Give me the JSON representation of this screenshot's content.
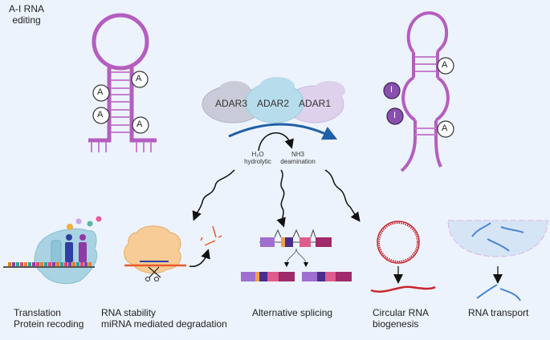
{
  "title": {
    "line1": "A-I RNA",
    "line2": "editing"
  },
  "enzymes": [
    {
      "label": "ADAR3",
      "color": "#c9cbd8"
    },
    {
      "label": "ADAR2",
      "color": "#b7dceb"
    },
    {
      "label": "ADAR1",
      "color": "#ddd1ec"
    }
  ],
  "reaction": {
    "left_line1": "H₂O",
    "left_line2": "hydrolytic",
    "right_line1": "NH3",
    "right_line2": "deamination"
  },
  "hairpin_left": {
    "bases": [
      "A",
      "A",
      "A",
      "A"
    ]
  },
  "hairpin_right": {
    "bases": [
      "A",
      "A"
    ],
    "edited": [
      "I",
      "I"
    ]
  },
  "outcomes": [
    {
      "line1": "Translation",
      "line2": "Protein recoding"
    },
    {
      "line1": "RNA stability",
      "line2": "miRNA mediated degradation"
    },
    {
      "line1": "Alternative splicing",
      "line2": ""
    },
    {
      "line1": "Circular RNA",
      "line2": "biogenesis"
    },
    {
      "line1": "RNA transport",
      "line2": ""
    }
  ],
  "colors": {
    "rna": "#b45ec0",
    "inosine": "#8b4fb0",
    "arrow_blue": "#1f5fa8",
    "circ_rna": "#c8262e",
    "transport_rna": "#4a86d4",
    "mirna": "#e85b2a"
  }
}
